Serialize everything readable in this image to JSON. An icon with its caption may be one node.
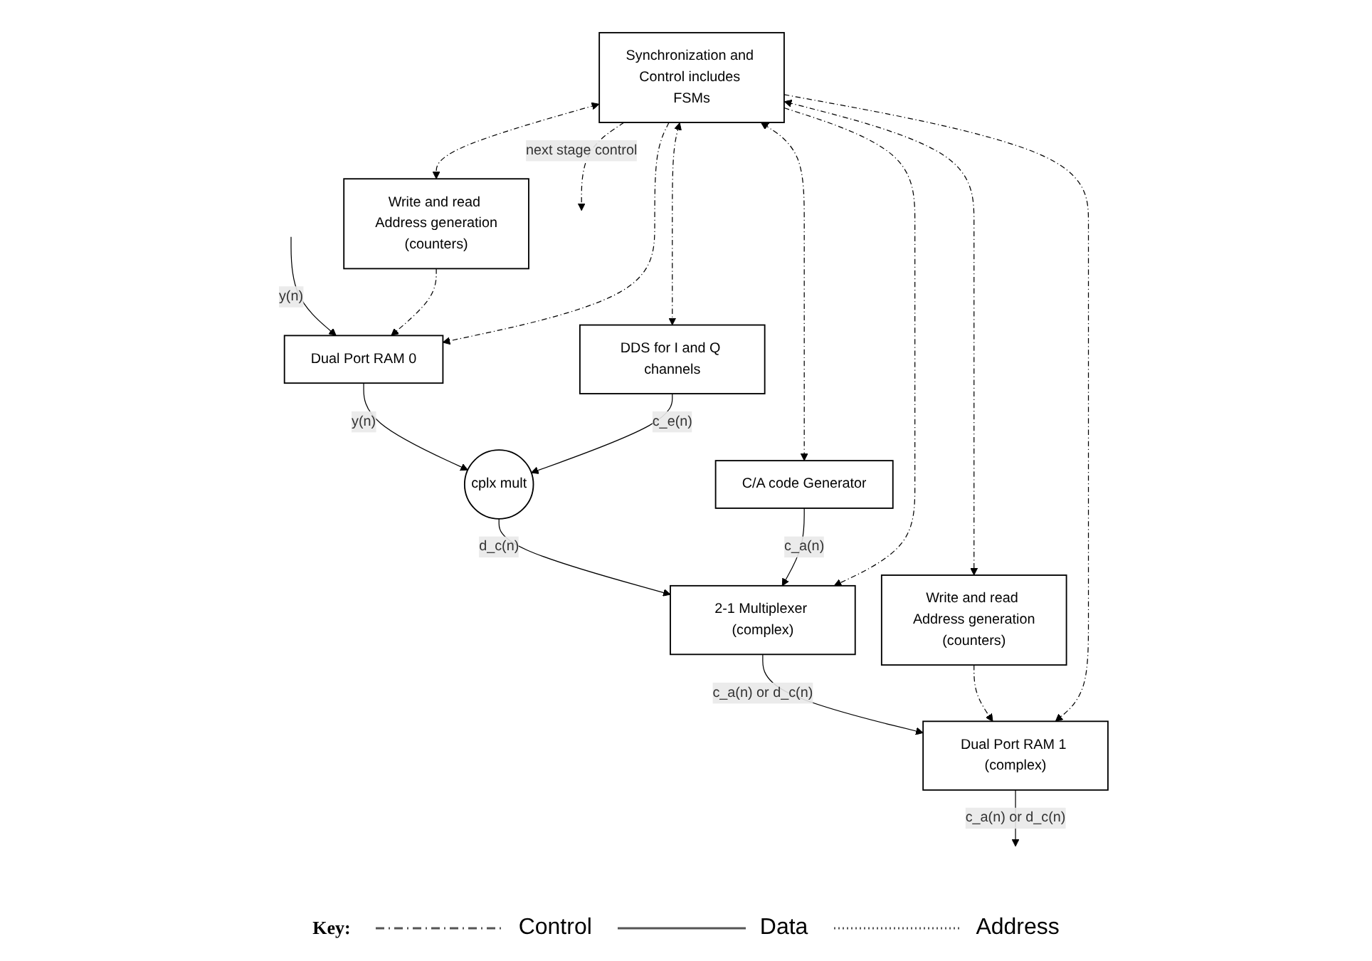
{
  "diagram": {
    "nodes": [
      {
        "text": [
          "Dual Port RAM 0"
        ]
      },
      {
        "text": [
          "cplx mult"
        ]
      },
      {
        "text": [
          "2-1 Multiplexer (complex)"
        ]
      },
      {
        "text": [
          "Dual Port RAM 1 (complex)"
        ]
      },
      {
        "text": [
          "Write and read Address generation",
          "(counters)"
        ]
      },
      {
        "text": [
          "DDS for I and Q channels"
        ]
      },
      {
        "text": [
          "C/A code Generator"
        ]
      },
      {
        "text": [
          "Write and read Address generation",
          "(counters)"
        ]
      },
      {
        "text": [
          "Synchronization and Control includes FSMs"
        ]
      }
    ],
    "edges": [
      {
        "from": null,
        "to": 0,
        "arrow": "to",
        "label": "y(n)"
      },
      {
        "from": 0,
        "to": 1,
        "arrow": "to",
        "label": "y(n)"
      },
      {
        "from": 1,
        "to": 2,
        "arrow": "to",
        "label": "d_c(n)"
      },
      {
        "from": 5,
        "to": 1,
        "arrow": "to",
        "label": "c_e(n)"
      },
      {
        "from": 6,
        "to": 2,
        "arrow": "to",
        "label": "c_a(n)"
      },
      {
        "from": 2,
        "to": 3,
        "arrow": "to",
        "label": "c_a(n) or d_c(n)"
      },
      {
        "from": 3,
        "to": null,
        "arrow": "to",
        "label": "c_a(n) or d_c(n)"
      },
      {
        "from": 4,
        "to": 0,
        "arrow": "to",
        "style": "dashed"
      },
      {
        "from": 7,
        "to": 3,
        "arrow": "to",
        "style": "dashed"
      },
      {
        "from": 8,
        "to": 4,
        "arrow": "both",
        "style": "dashed"
      },
      {
        "from": 8,
        "to": 0,
        "arrow": "to",
        "style": "dashed"
      },
      {
        "from": 8,
        "to": 5,
        "arrow": "both",
        "style": "dashed"
      },
      {
        "from": 8,
        "to": 6,
        "arrow": "both",
        "style": "dashed"
      },
      {
        "from": 8,
        "to": 2,
        "arrow": "to",
        "style": "dashed"
      },
      {
        "from": 8,
        "to": 3,
        "arrow": "to",
        "style": "dashed"
      },
      {
        "from": 8,
        "to": 7,
        "arrow": "both",
        "style": "dashed"
      },
      {
        "from": 8,
        "to": null,
        "arrow": "to",
        "style": "dashed",
        "label": "next stage control"
      }
    ],
    "labels": [
      "Key:"
    ],
    "legend": [
      {
        "text": "Control"
      },
      {
        "text": "Data"
      },
      {
        "text": "Address"
      }
    ]
  }
}
